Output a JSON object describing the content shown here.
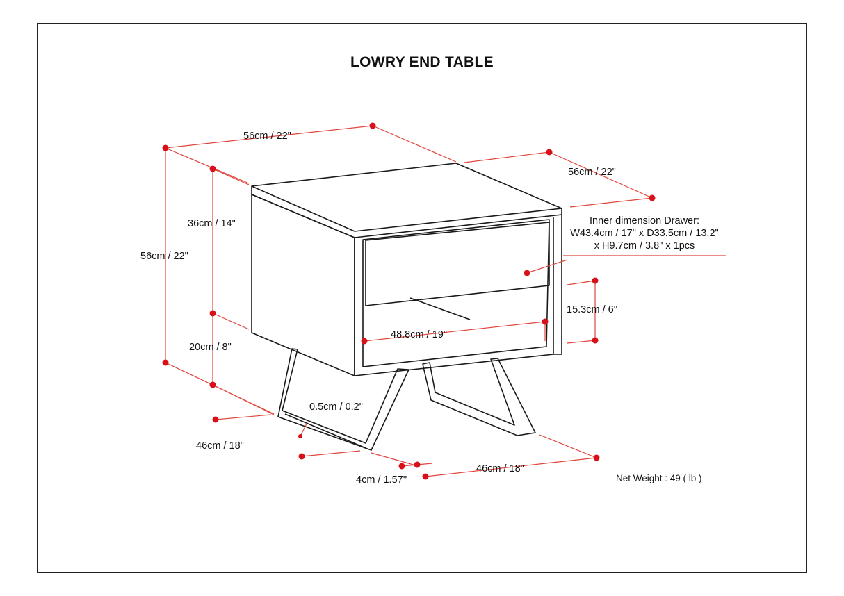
{
  "title": "LOWRY END TABLE",
  "dimensions": {
    "top_width": "56cm / 22\"",
    "top_depth": "56cm / 22\"",
    "overall_height": "56cm / 22\"",
    "cabinet_height": "36cm / 14\"",
    "leg_height": "20cm / 8\"",
    "base_depth": "46cm / 18\"",
    "base_width": "46cm / 18\"",
    "leg_width": "4cm / 1.57''",
    "leg_thickness": "0.5cm / 0.2\"",
    "shelf_width": "48.8cm / 19\"",
    "shelf_height": "15.3cm / 6''"
  },
  "drawer_note": {
    "line1": "Inner dimension Drawer:",
    "line2": "W43.4cm / 17\" x D33.5cm / 13.2\"",
    "line3": "x H9.7cm / 3.8\" x 1pcs"
  },
  "net_weight": "Net Weight : 49 ( lb )",
  "colors": {
    "dimension_line": "#e0463c",
    "marker": "#d8101a",
    "outline": "#1a1a1a"
  }
}
